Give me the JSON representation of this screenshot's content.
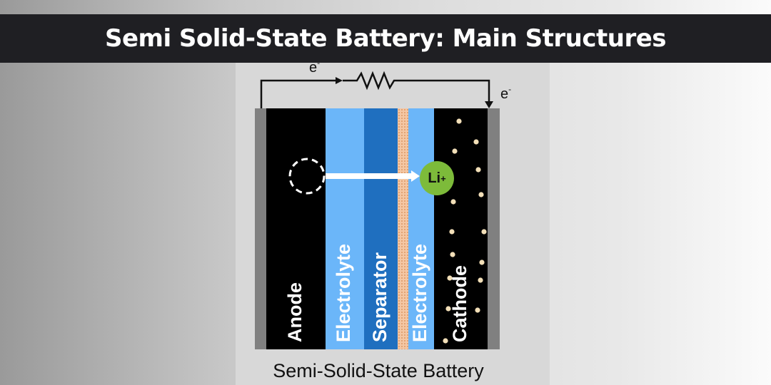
{
  "title": "Semi Solid-State Battery: Main Structures",
  "caption": "Semi-Solid-State Battery",
  "circuit": {
    "electron_top": "e",
    "electron_right": "e",
    "charge": "-"
  },
  "ion": {
    "symbol": "Li",
    "charge": "+"
  },
  "layers": [
    {
      "name": "Anode",
      "color": "#000000"
    },
    {
      "name": "Electrolyte",
      "color": "#6bb6f9"
    },
    {
      "name": "Separator",
      "color": "#1f6fbf"
    },
    {
      "name": "Electrolyte",
      "color": "#6bb6f9"
    },
    {
      "name": "Cathode",
      "color": "#000000"
    }
  ],
  "colors": {
    "current_collector": "#808080",
    "interface": "#f4c7a4",
    "particle": "#f2dfb8",
    "ion": "#7dbb3a"
  }
}
